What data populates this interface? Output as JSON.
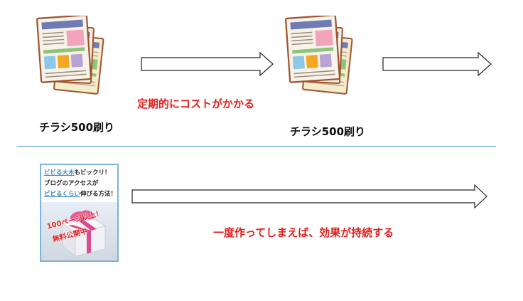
{
  "flyer_labels": [
    "チラシ500刷り",
    "チラシ500刷り"
  ],
  "recurring_cost_text": "定期的にコストがかかる",
  "permanent_effect_text": "一度作ってしまえば、効果が持続する",
  "ebook": {
    "line1_highlight": "ビビる大木",
    "line1_rest": "もビックリ！",
    "line2": "ブログのアクセスが",
    "line3_highlight": "ビビるくらい",
    "line3_rest": "伸びる方法！",
    "badge_line1": "100ページ以上！",
    "badge_line2": "無料公開中"
  },
  "colors": {
    "accent_text": "#e0201e",
    "divider": "#5b9bd5",
    "flyer_outline": "#a0522d",
    "flyer_header": "#6f7bb3",
    "flyer_pink": "#f4a3bd",
    "flyer_green": "#8cc47a",
    "flyer_blue": "#8ec8e8",
    "flyer_orange": "#f5a623",
    "flyer_purple": "#b7a3d6",
    "ebook_border": "#7eb2d8"
  },
  "icons": [
    "flyer-stack-icon",
    "arrow-right-icon",
    "gift-box-icon"
  ]
}
